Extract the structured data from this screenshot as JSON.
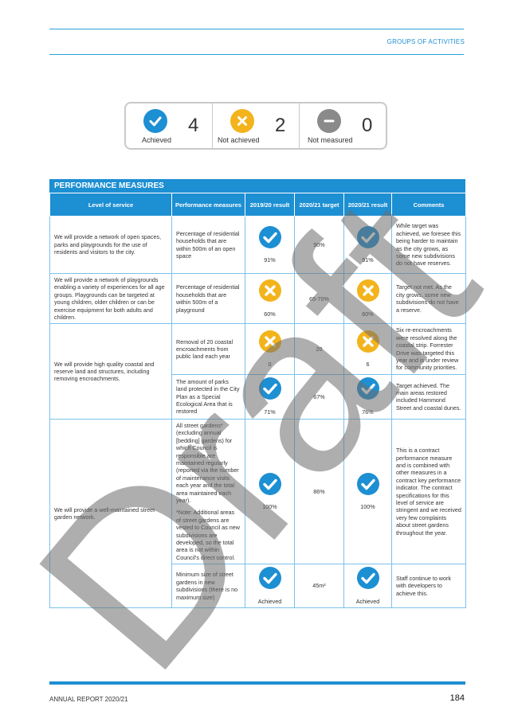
{
  "header": {
    "section": "GROUPS OF ACTIVITIES"
  },
  "summary": {
    "achieved": {
      "count": "4",
      "label": "Achieved"
    },
    "not_achieved": {
      "count": "2",
      "label": "Not achieved"
    },
    "not_measured": {
      "count": "0",
      "label": "Not measured"
    }
  },
  "table": {
    "title": "PERFORMANCE MEASURES",
    "headers": [
      "Level of service",
      "Performance measures",
      "2019/20 result",
      "2020/21 target",
      "2020/21 result",
      "Comments"
    ],
    "rows": [
      {
        "level": "We will provide a network of open spaces, parks and playgrounds for the use of residents and visitors to the city.",
        "measure": "Percentage of residential households that are within 500m of an open space",
        "prev_result": "91%",
        "prev_status": "achieved",
        "target": "90%",
        "result": "91%",
        "status": "achieved",
        "comment": "While target was achieved, we foresee this being harder to maintain as the city grows, as some new subdivisions do not have reserves."
      },
      {
        "level": "We will provide a network of playgrounds enabling a variety of experiences for all age groups. Playgrounds can be targeted at young children, older children or can be exercise equipment for both adults and children.",
        "measure": "Percentage of residential households that are within 500m of a playground",
        "prev_result": "60%",
        "prev_status": "not-achieved",
        "target": "65-70%",
        "result": "60%",
        "status": "not-achieved",
        "comment": "Target not met. As the city grows, some new subdivisions do not have a reserve."
      },
      {
        "level": "We will provide high quality coastal and reserve land and structures, including removing encroachments.",
        "measure": "Removal of 20 coastal encroachments from public land each year",
        "prev_result": "0",
        "prev_status": "not-achieved",
        "target": "20",
        "result": "6",
        "status": "not-achieved",
        "comment": "Six re-encroachments were resolved along the coastal strip. Forrester Drive was targeted this year and is under review for community priorities."
      },
      {
        "measure": "The amount of parks land protected in the City Plan as a Special Ecological Area that is restored",
        "prev_result": "71%",
        "prev_status": "achieved",
        "target": "67%",
        "result": "76%",
        "status": "achieved",
        "comment": "Target achieved. The main areas restored included Hammond Street and coastal dunes."
      },
      {
        "level": "We will provide a well-maintained street garden network.",
        "measure": "All street gardens* (excluding annual [bedding] gardens) for which Council is responsible are maintained regularly (reported via the number of maintenance visits each year and the total area maintained each year).",
        "measure_note": "*Note: Additional areas of street gardens are vested to Council as new subdivisions are developed, so the total area is not within Council's direct control.",
        "prev_result": "100%",
        "prev_status": "achieved",
        "target": "86%",
        "result": "100%",
        "status": "achieved",
        "comment": "This is a contract performance measure and is combined with other measures in a contract key performance indicator. The contract specifications for this level of service are stringent and we received very few complaints about street gardens throughout the year."
      },
      {
        "measure": "Minimum size of street gardens in new subdivisions (there is no maximum size)",
        "prev_result": "Achieved",
        "prev_status": "achieved",
        "target": "45m²",
        "result": "Achieved",
        "status": "achieved",
        "comment": "Staff continue to work with developers to achieve this."
      }
    ]
  },
  "watermark": "Draft",
  "footer": {
    "left": "ANNUAL REPORT 2020/21",
    "page": "184"
  },
  "colors": {
    "blue": "#1d8fd3",
    "yellow": "#f3b31b",
    "grey": "#8a8a8a"
  }
}
